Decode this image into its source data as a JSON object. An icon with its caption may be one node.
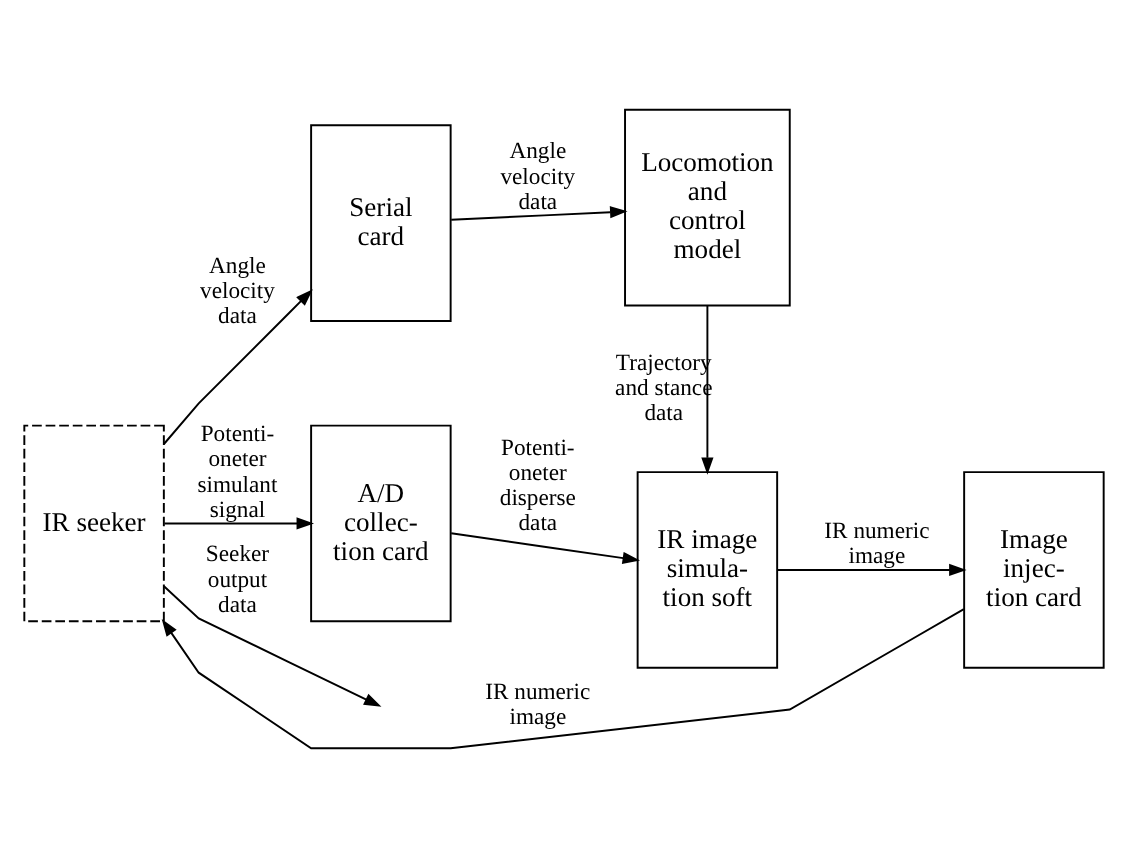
{
  "diagram": {
    "nodes": [
      {
        "text": [
          "IR seeker"
        ]
      },
      {
        "text": [
          "Serial card"
        ]
      },
      {
        "text": [
          "Locomotion and control model"
        ]
      },
      {
        "text": [
          "A/D collec- tion card"
        ]
      },
      {
        "text": [
          "IR image simula- tion soft"
        ]
      },
      {
        "text": [
          "Image injec- tion card"
        ]
      }
    ],
    "edges": [
      {
        "from": 0,
        "to": null,
        "arrow": "to",
        "label": "Seeker output data"
      },
      {
        "from": 0,
        "to": 1,
        "arrow": "to",
        "label": "Angle velocity data"
      },
      {
        "from": 1,
        "to": 2,
        "arrow": "to",
        "label": "Angle velocity data"
      },
      {
        "from": 2,
        "to": 4,
        "arrow": "to",
        "label": "Trajectory and stance data"
      },
      {
        "from": 0,
        "to": 3,
        "arrow": "to",
        "label": "Potenti- oneter simulant signal"
      },
      {
        "from": 3,
        "to": 4,
        "arrow": "to",
        "label": "Potenti- oneter disperse data"
      },
      {
        "from": 4,
        "to": 5,
        "arrow": "to",
        "label": "IR numeric image"
      },
      {
        "from": 5,
        "to": 0,
        "arrow": "to",
        "label": "IR numeric image"
      }
    ]
  }
}
